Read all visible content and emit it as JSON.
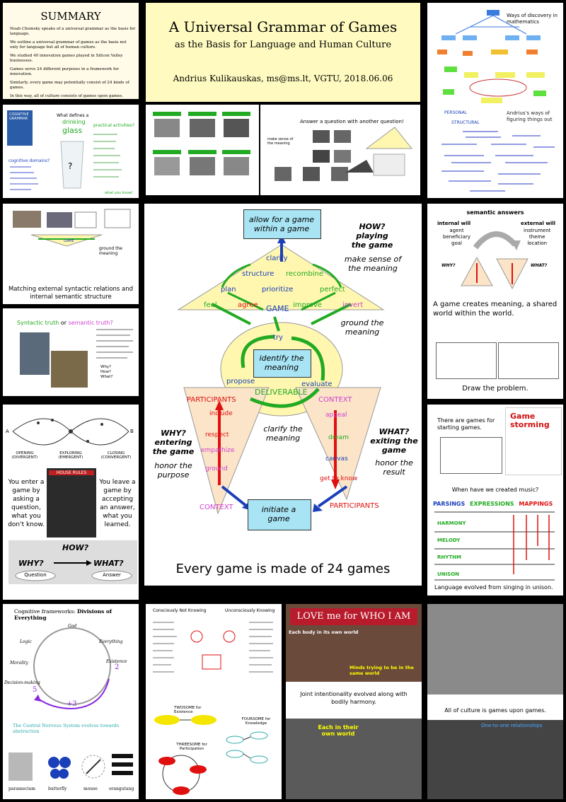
{
  "summary": {
    "heading": "SUMMARY",
    "lines": [
      "Noah Chomsky speaks of a universal grammar as the basis for language.",
      "We outline a universal grammar of games as the basis not only for language but all of human culture.",
      "We studied 40 innovation games played in Silicon Valley businesses.",
      "Games serve 24 different purposes in a framework for innovation.",
      "Similarly, every game may potentially consist of 24 kinds of games.",
      "In this way, all of culture consists of games upon games."
    ]
  },
  "title": {
    "main": "A Universal Grammar of Games",
    "sub": "as the Basis for Language and Human Culture",
    "author": "Andrius Kulikauskas, ms@ms.lt, VGTU, 2018.06.06"
  },
  "discovery": {
    "heading": "Ways of discovery in mathematics"
  },
  "andrius": {
    "heading": "Andrius's ways of figuring things out",
    "personal": "PERSONAL",
    "structural": "STRUCTURAL"
  },
  "glass": {
    "book": "COGNITIVE GRAMMAR",
    "question": "What defines a",
    "word1": "drinking",
    "word2": "glass",
    "practical": "practical activities?",
    "cognitive": "cognitive domains?",
    "what_you_know": "what you know!",
    "mark": "?"
  },
  "answerq": {
    "heading": "Answer a question with another question!",
    "make_sense": "make sense of the meaning"
  },
  "matching": {
    "text": "Matching external syntactic relations and internal semantic structure",
    "game": "GAME",
    "ground": "ground the meaning"
  },
  "syntactic": {
    "heading1": "Syntactic truth",
    "or": "or",
    "heading2": "semantic truth?",
    "questions": [
      "Why?",
      "How?",
      "What?"
    ]
  },
  "center": {
    "top_box": "allow for a game within a game",
    "how": "HOW? playing the game",
    "how_sub": "make sense of the meaning",
    "verbs_top": [
      "clarify"
    ],
    "row1": [
      "structure",
      "recombine"
    ],
    "row2": [
      "plan",
      "prioritize",
      "perfect"
    ],
    "row3": [
      "feel",
      "agree",
      "GAME",
      "improve",
      "invert"
    ],
    "ground": "ground the meaning",
    "try": "try",
    "identify": "identify the meaning",
    "propose": "propose",
    "evaluate": "evaluate",
    "deliverable": "DELIVERABLE",
    "participants_left": "PARTICIPANTS",
    "context_right": "CONTEXT",
    "left_verbs": [
      "include",
      "respect",
      "empathize",
      "ground"
    ],
    "right_verbs": [
      "appeal",
      "dream",
      "canvas",
      "get to know"
    ],
    "context_left": "CONTEXT",
    "participants_right": "PARTICIPANTS",
    "clarify_meaning": "clarify the meaning",
    "why": "WHY? entering the game",
    "why_sub": "honor the purpose",
    "what": "WHAT? exiting the game",
    "what_sub": "honor the result",
    "bottom_box": "initiate a game",
    "footer": "Every game is made of 24 games"
  },
  "semantic": {
    "heading": "semantic answers",
    "internal": "internal will",
    "internal_list": [
      "agent",
      "beneficiary",
      "goal"
    ],
    "external": "external will",
    "external_list": [
      "instrument",
      "theme",
      "location"
    ],
    "why": "WHY?",
    "what": "WHAT?",
    "text": "A game creates meaning, a shared world within the world.",
    "draw": "Draw the problem."
  },
  "diverge": {
    "a": "A",
    "b": "B",
    "phases": [
      "OPENING (DIVERGENT)",
      "EXPLORING (EMERGENT)",
      "CLOSING (CONVERGENT)"
    ],
    "enter": "You enter a game by asking a question, what you don't know.",
    "leave": "You leave a game by accepting an answer, what you learned.",
    "house": "HOUSE RULES",
    "how": "HOW?",
    "why": "WHY?",
    "what": "WHAT?",
    "question": "Question",
    "answer": "Answer"
  },
  "gamestorming": {
    "starting": "There are games for starting games.",
    "book": "Game storming",
    "music": "When have we created music?",
    "headers": [
      "PARSINGS",
      "EXPRESSIONS",
      "MAPPINGS"
    ],
    "rows": [
      "HARMONY",
      "MELODY",
      "RHYTHM",
      "UNISON"
    ],
    "footer": "Language evolved from singing in unison."
  },
  "cognitive": {
    "heading": "Cognitive frameworks:",
    "heading_b": "Divisions of Everything",
    "god": "God",
    "labels": [
      "Logic",
      "Everything",
      "Morality",
      "Existence",
      "Decision-making"
    ],
    "num2": "2",
    "num5": "5",
    "plus3": "+3",
    "cns": "The Central Nervous System evolves towards abstraction",
    "animals": [
      "paramecium",
      "butterfly",
      "mouse",
      "orangutang"
    ]
  },
  "knowing": {
    "left": "Consciously Not Knowing",
    "right": "Unconsciously Knowing",
    "twosome": "TWOSOME for Existence",
    "threesome": "THREESOME for Participation",
    "foursome": "FOURSOME for Knowledge"
  },
  "joint": {
    "banner": "LOVE me for WHO I AM",
    "each_body": "Each body in its own world",
    "minds": "Minds trying to be in the same world",
    "text": "Joint intentionality evolved along with bodily harmony.",
    "each_own": "Each in their own world"
  },
  "culture": {
    "text": "All of culture is games upon games.",
    "one_to_one": "One-to-one relationships"
  },
  "colors": {
    "title_bg": "#fffbc0",
    "triangle": "#fff7b0",
    "box": "#a8e4f4",
    "green": "#22aa22",
    "red": "#e01010",
    "blue": "#1a3fb8"
  }
}
